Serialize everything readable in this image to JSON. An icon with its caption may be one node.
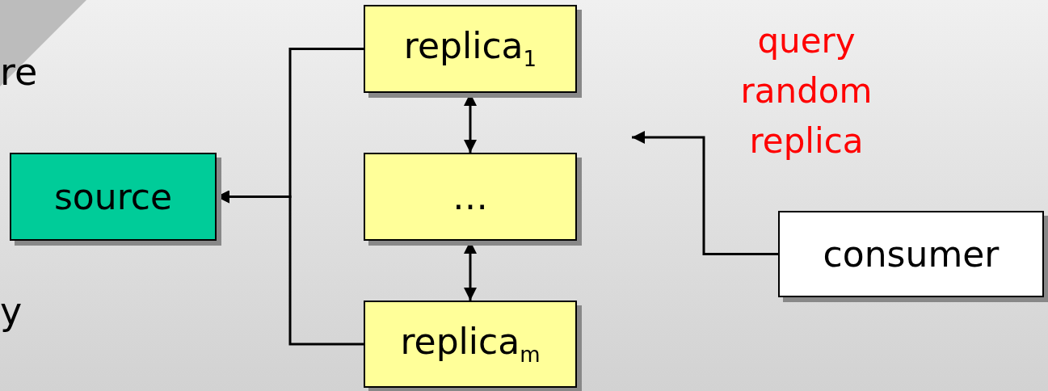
{
  "diagram": {
    "nodes": [
      {
        "text": [
          "source"
        ]
      },
      {
        "text": [
          "replica$_{1}$"
        ]
      },
      {
        "text": [
          "…"
        ]
      },
      {
        "text": [
          "replica$_{m}$"
        ]
      },
      {
        "text": [
          "consumer"
        ]
      }
    ],
    "edges": [
      {
        "from": 1,
        "to": 0,
        "arrow": "to"
      },
      {
        "from": 3,
        "to": 0,
        "arrow": "to"
      },
      {
        "from": 1,
        "to": 2,
        "arrow": "both"
      },
      {
        "from": 2,
        "to": 3,
        "arrow": "both"
      },
      {
        "from": 4,
        "to": null,
        "arrow": "to",
        "label": "query random replica"
      }
    ],
    "labels": [
      "re",
      "y"
    ]
  }
}
